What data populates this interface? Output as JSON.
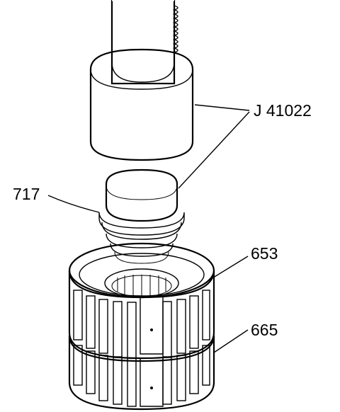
{
  "labels": {
    "tool": "J 41022",
    "part_717": "717",
    "part_653": "653",
    "part_665": "665"
  },
  "colors": {
    "line": "#000000",
    "background": "#ffffff",
    "stipple": "#7a7a7a"
  }
}
